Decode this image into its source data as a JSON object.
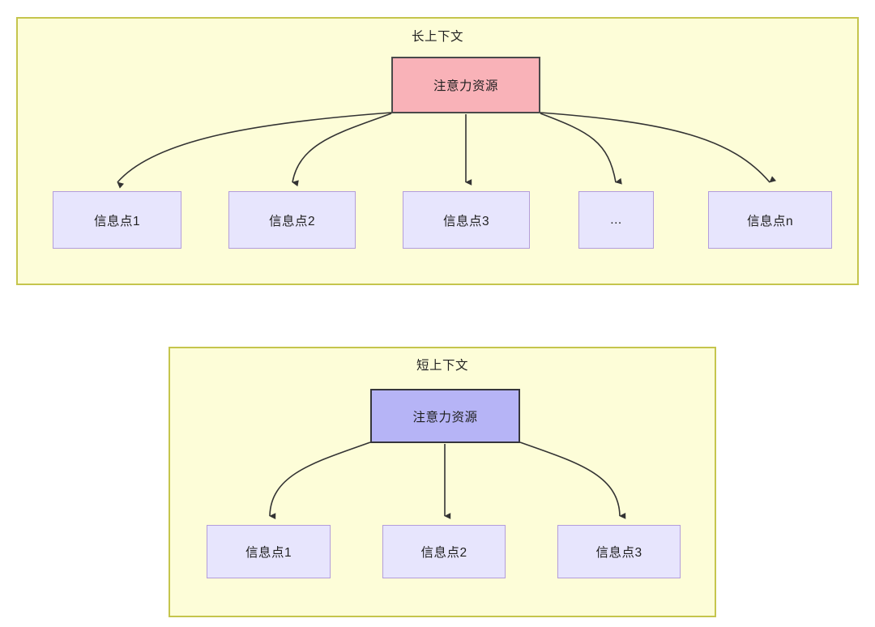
{
  "diagram": {
    "type": "hierarchy-comparison",
    "background_color": "#ffffff",
    "panel_fill": "#fdfdd8",
    "panel_border": "#c5c54d",
    "leaf_fill": "#e7e5fd",
    "leaf_border": "#b39ddb",
    "panels": [
      {
        "id": "long-context",
        "title": "长上下文",
        "root": {
          "label": "注意力资源",
          "fill": "#f9b2b8",
          "border": "#4a4a4a"
        },
        "leaves": [
          {
            "label": "信息点1"
          },
          {
            "label": "信息点2"
          },
          {
            "label": "信息点3"
          },
          {
            "label": "..."
          },
          {
            "label": "信息点n"
          }
        ]
      },
      {
        "id": "short-context",
        "title": "短上下文",
        "root": {
          "label": "注意力资源",
          "fill": "#b6b4f6",
          "border": "#36363c"
        },
        "leaves": [
          {
            "label": "信息点1"
          },
          {
            "label": "信息点2"
          },
          {
            "label": "信息点3"
          }
        ]
      }
    ],
    "edge_color": "#333333"
  }
}
